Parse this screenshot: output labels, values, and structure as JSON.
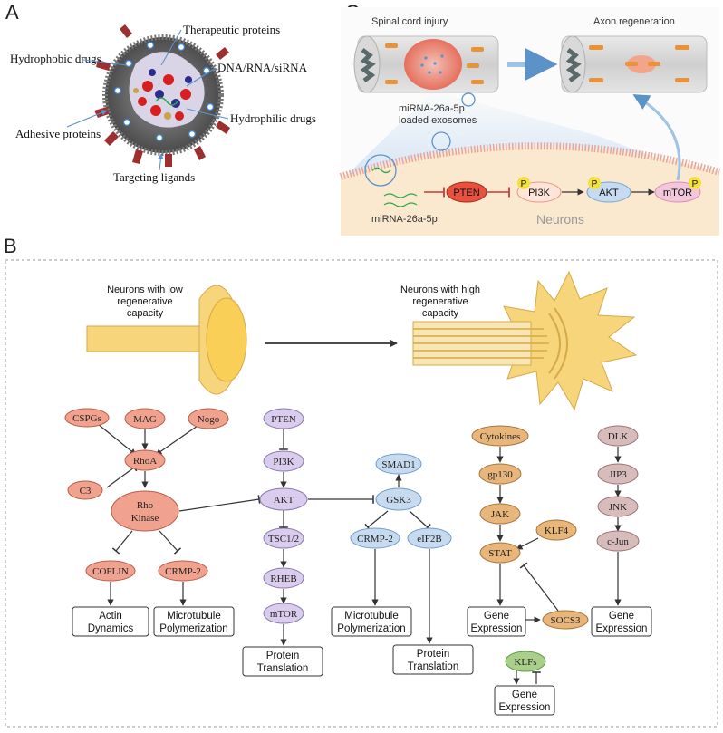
{
  "panels": {
    "a": {
      "letter": "A",
      "labels": {
        "therapeutic": "Therapeutic proteins",
        "hydrophobic": "Hydrophobic drugs",
        "dna": "DNA/RNA/siRNA",
        "hydrophilic": "Hydrophilic drugs",
        "adhesive": "Adhesive proteins",
        "targeting": "Targeting ligands"
      }
    },
    "b": {
      "letter": "B",
      "neuron_low": [
        "Neurons with low",
        "regenerative",
        "capacity"
      ],
      "neuron_high": [
        "Neurons with high",
        "regenerative",
        "capacity"
      ]
    },
    "c": {
      "letter": "C",
      "sci": "Spinal cord injury",
      "regen": "Axon regeneration",
      "exo1": "miRNA-26a-5p",
      "exo2": "loaded exosomes",
      "mirna": "miRNA-26a-5p",
      "neurons": "Neurons",
      "pten": "PTEN",
      "pi3k": "PI3K",
      "akt": "AKT",
      "mtor": "mTOR",
      "p": "P"
    }
  },
  "nodes": {
    "cspgs": "CSPGs",
    "mag": "MAG",
    "nogo": "Nogo",
    "rhoa": "RhoA",
    "c3": "C3",
    "rho1": "Rho",
    "rho2": "Kinase",
    "coflin": "COFLIN",
    "crmp2a": "CRMP-2",
    "pten": "PTEN",
    "pi3k": "PI3K",
    "akt": "AKT",
    "tsc": "TSC1/2",
    "rheb": "RHEB",
    "mtor": "mTOR",
    "smad1": "SMAD1",
    "gsk3": "GSK3",
    "crmp2b": "CRMP-2",
    "eif2b": "eIF2B",
    "cytokines": "Cytokines",
    "gp130": "gp130",
    "jak": "JAK",
    "klf4": "KLF4",
    "stat": "STAT",
    "socs3": "SOCS3",
    "dlk": "DLK",
    "jip3": "JIP3",
    "jnk": "JNK",
    "cjun": "c-Jun",
    "klfs": "KLFs"
  },
  "boxes": {
    "actin": [
      "Actin",
      "Dynamics"
    ],
    "micro1": [
      "Microtubule",
      "Polymerization"
    ],
    "prot1": [
      "Protein",
      "Translation"
    ],
    "micro2": [
      "Microtubule",
      "Polymerization"
    ],
    "prot2": [
      "Protein",
      "Translation"
    ],
    "gene1": [
      "Gene",
      "Expression"
    ],
    "gene2": [
      "Gene",
      "Expression"
    ],
    "gene3": [
      "Gene",
      "Expression"
    ]
  },
  "colors": {
    "red_node": "#f0a28f",
    "purple_node": "#d9ccec",
    "blue_node": "#c6dbef",
    "orange_node": "#e8b67a",
    "mauve_node": "#d8bcbc",
    "green_node": "#a9cf8a",
    "axon": "#f7d57a"
  }
}
